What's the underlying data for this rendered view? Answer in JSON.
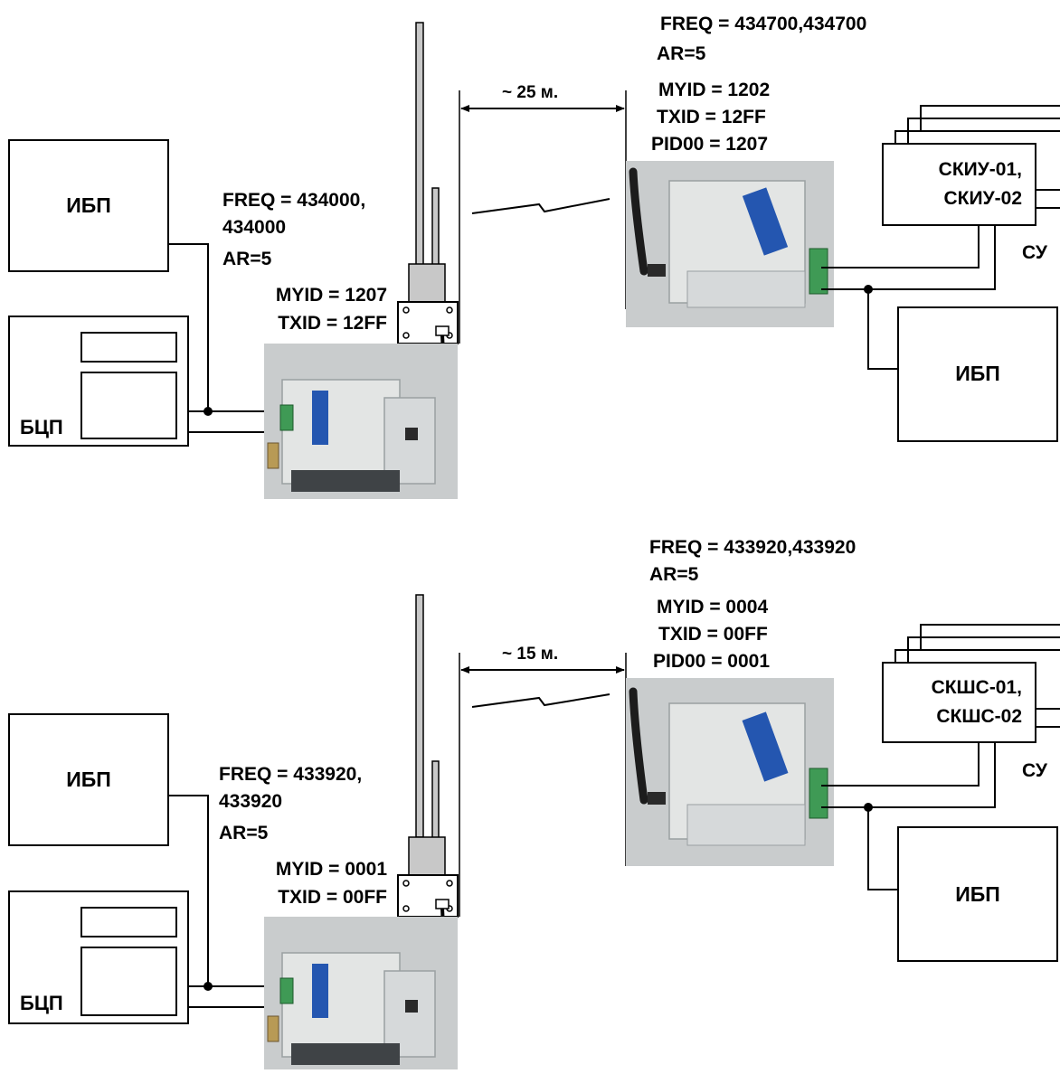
{
  "colors": {
    "line": "#000000",
    "device_body": "#e3e5e4",
    "device_dark": "#9aa0a2",
    "photo_bg": "#c9cccd",
    "terminal_green": "#3f9a55",
    "label_blue": "#2456b0",
    "antenna_fill": "#c8c8c8"
  },
  "icons": [
    "radio-modem-photo",
    "whip-antenna",
    "stub-antenna",
    "radio-link-symbol",
    "distance-arrow"
  ],
  "top": {
    "ups_left": "ИБП",
    "control_panel": "БЦП",
    "left_params": [
      "FREQ = 434000,",
      "434000",
      "AR=5",
      "MYID = 1207",
      "TXID = 12FF"
    ],
    "distance": "~ 25 м.",
    "right_params": [
      "FREQ = 434700,434700",
      "AR=5",
      "MYID = 1202",
      "TXID = 12FF",
      "PID00 = 1207"
    ],
    "devices": [
      "СКИУ-01,",
      "СКИУ-02"
    ],
    "bus_label": "СУ",
    "ups_right": "ИБП"
  },
  "bottom": {
    "ups_left": "ИБП",
    "control_panel": "БЦП",
    "left_params": [
      "FREQ = 433920,",
      "433920",
      "AR=5",
      "MYID = 0001",
      "TXID = 00FF"
    ],
    "distance": "~ 15 м.",
    "right_params": [
      "FREQ = 433920,433920",
      "AR=5",
      "MYID = 0004",
      "TXID = 00FF",
      "PID00 = 0001"
    ],
    "devices": [
      "СКШС-01,",
      "СКШС-02"
    ],
    "bus_label": "СУ",
    "ups_right": "ИБП"
  }
}
